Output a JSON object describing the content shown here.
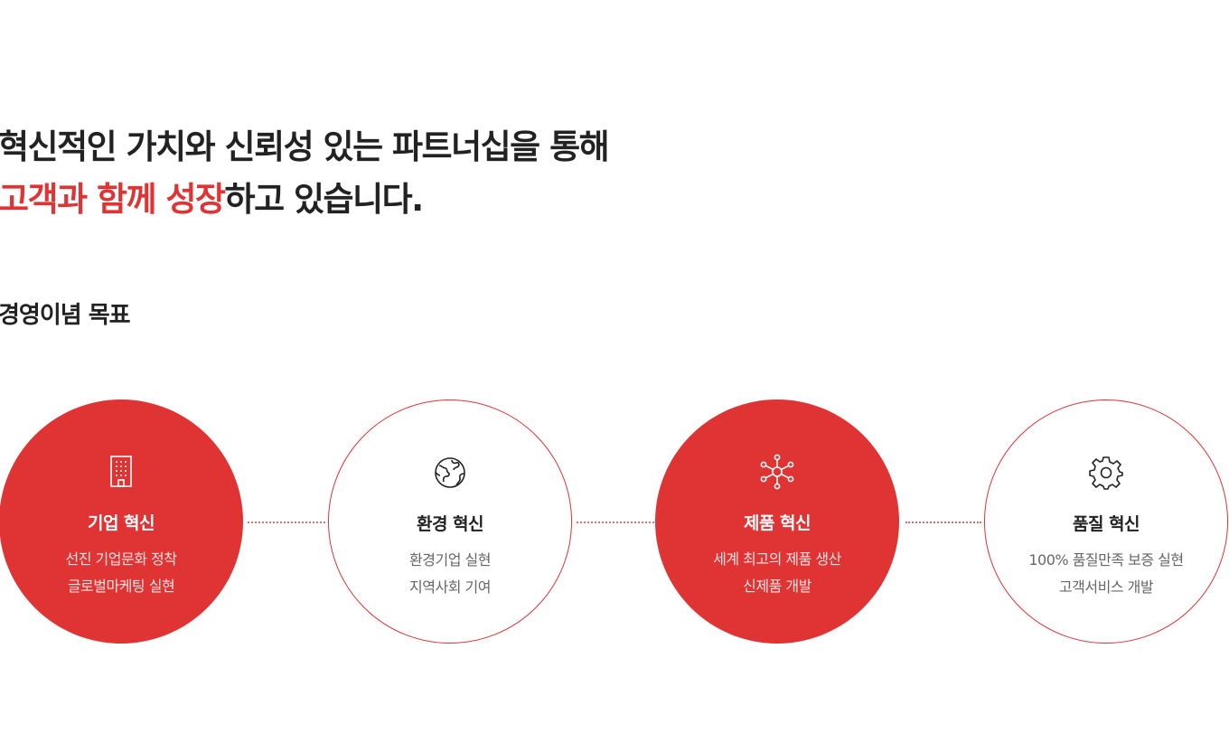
{
  "headline": {
    "line1": "혁신적인 가치와 신뢰성 있는 파트너십을 통해",
    "line2_accent": "고객과 함께 성장",
    "line2_rest": "하고 있습니다."
  },
  "section_title": "경영이념 목표",
  "colors": {
    "accent": "#e03333",
    "text": "#222222",
    "muted": "#666666"
  },
  "goals": [
    {
      "icon": "building-icon",
      "title": "기업 혁신",
      "desc": [
        "선진 기업문화 정착",
        "글로벌마케팅 실현"
      ],
      "style": "filled"
    },
    {
      "icon": "globe-icon",
      "title": "환경 혁신",
      "desc": [
        "환경기업 실현",
        "지역사회 기여"
      ],
      "style": "outline"
    },
    {
      "icon": "network-icon",
      "title": "제품 혁신",
      "desc": [
        "세계 최고의 제품 생산",
        "신제품 개발"
      ],
      "style": "filled"
    },
    {
      "icon": "gear-icon",
      "title": "품질 혁신",
      "desc": [
        "100% 품질만족 보증 실현",
        "고객서비스 개발"
      ],
      "style": "outline"
    }
  ]
}
